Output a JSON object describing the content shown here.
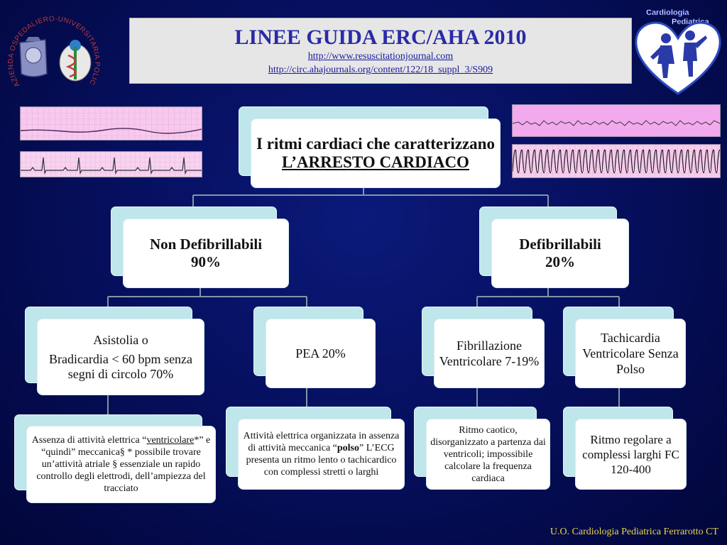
{
  "header": {
    "title": "LINEE GUIDA ERC/AHA 2010",
    "link1": "http://www.resuscitationjournal.com",
    "link2": "http://circ.ahajournals.org/content/122/18_suppl_3/S909"
  },
  "logos": {
    "left_text": "AZIENDA OSPEDALIERO-UNIVERSITARIA POLICLINICO-VITTORIO EMANUELE",
    "right_line1": "Cardiologia",
    "right_line2": "Pediatrica"
  },
  "root": {
    "line1": "I ritmi cardiaci che caratterizzano",
    "line2": "L’ARRESTO CARDIACO"
  },
  "level1": {
    "left": {
      "label": "Non Defibrillabili",
      "pct": "90%"
    },
    "right": {
      "label": "Defibrillabili",
      "pct": "20%"
    }
  },
  "level2": {
    "asistolia": {
      "line1": "Asistolia o",
      "line2": "Bradicardia < 60 bpm senza segni di circolo 70%"
    },
    "pea": "PEA 20%",
    "fibrillazione": "Fibrillazione Ventricolare 7-19%",
    "tachicardia": "Tachicardia Ventricolare Senza Polso"
  },
  "level3": {
    "asistolia": {
      "pre": "Assenza di attività elettrica “",
      "under": "ventricolare",
      "post": "*” e “quindi” meccanica§ * possibile trovare un’attività atriale § essenziale un rapido controllo degli elettrodi, dell’ampiezza del tracciato"
    },
    "pea": {
      "pre": "Attività elettrica organizzata in assenza di attività meccanica “",
      "bold": "polso",
      "post": "” L’ECG presenta un ritmo lento o tachicardico con complessi stretti o larghi"
    },
    "fibrillazione": "Ritmo caotico, disorganizzato a partenza dai ventricoli; impossibile calcolare la frequenza cardiaca",
    "tachicardia": "Ritmo regolare a complessi larghi FC 120-400"
  },
  "footer": "U.O. Cardiologia  Pediatrica  Ferrarotto CT",
  "colors": {
    "background": "#061060",
    "title": "#2a2aa8",
    "node_back": "#bfe6ea",
    "ecg_pink": "#f7c9ee",
    "footer": "#e8d64a"
  }
}
